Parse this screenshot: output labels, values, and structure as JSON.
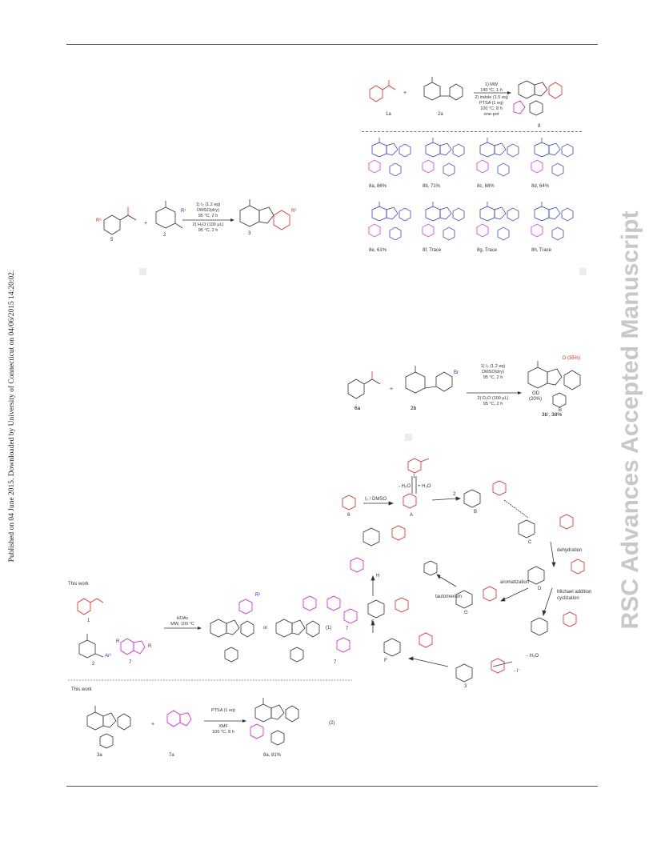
{
  "page": {
    "side_note": "Published on 04 June 2015. Downloaded by University of Connecticut on 04/06/2015 14:20:02.",
    "watermark": "RSC Advances Accepted Manuscript"
  },
  "scheme_left_top": {
    "compounds": [
      "5",
      "2",
      "3"
    ],
    "conditions": [
      "1) I₂ (1.2 eq)",
      "DMSO(dry)",
      "95 °C, 2 h",
      "2) H₂O (100 μL)",
      "95 °C, 2 h"
    ],
    "substituents": [
      "R³",
      "R¹",
      "R²"
    ]
  },
  "scheme_right_top": {
    "header_compounds": [
      "1a",
      "2a",
      "8"
    ],
    "conditions": [
      "1) MW",
      "140 °C, 1 h",
      "2) indole (1.5 eq)",
      "PTSA (1 eq)",
      "100 °C, 8 h",
      "one-pot"
    ],
    "products": [
      {
        "label": "8a, 86%"
      },
      {
        "label": "8b, 71%"
      },
      {
        "label": "8c, 68%"
      },
      {
        "label": "8d, 64%"
      },
      {
        "label": "8e, 61%"
      },
      {
        "label": "8f, Trace"
      },
      {
        "label": "8g, Trace"
      },
      {
        "label": "8h, Trace"
      }
    ]
  },
  "scheme_right_mid": {
    "compounds": [
      "6a",
      "2b",
      "3b', 38%"
    ],
    "conditions": [
      "1) I₂ (1.2 eq)",
      "DMSO(dry)",
      "95 °C, 2 h",
      "2) D₂O (100 μL)",
      "95 °C, 2 h"
    ],
    "labels": [
      "Br",
      "D (35%)",
      "OD",
      "(20%)",
      "B"
    ]
  },
  "mechanism": {
    "labels": [
      "1",
      "6",
      "A",
      "B",
      "C",
      "D",
      "E",
      "F",
      "G",
      "3",
      "7",
      "H"
    ],
    "notes": [
      "I₂ / DMSO",
      "- H₂O",
      "+ H₂O",
      "tautomerism",
      "dehydration",
      "aromatization",
      "Michael addition",
      "cyclization",
      "- H₂O",
      "- I⁻",
      "2"
    ]
  },
  "scheme_left_bottom": {
    "title_prev": "This work",
    "compounds_prev": [
      "1",
      "2",
      "7",
      "7"
    ],
    "conditions_prev": [
      "HOAc",
      "MW, 100 °C"
    ],
    "or_text": "or",
    "eq_prev": "(1)",
    "title_this": "This work",
    "compounds_this": [
      "3a",
      "7a",
      "8a, 81%"
    ],
    "conditions_this": [
      "PTSA (1 eq)",
      "XMF",
      "100 °C, 8 h"
    ],
    "eq_this": "(2)",
    "substituents": [
      "R¹",
      "R",
      "R",
      "Ar¹"
    ]
  }
}
